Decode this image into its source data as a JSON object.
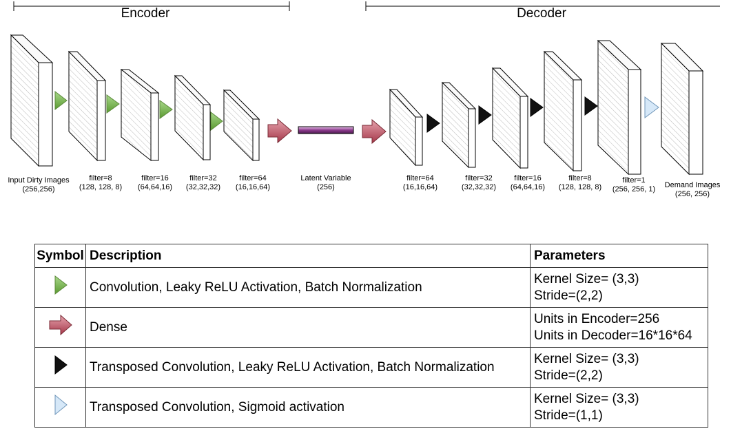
{
  "encoder_title": "Encoder",
  "decoder_title": "Decoder",
  "layers": [
    {
      "l1": "Input Dirty Images",
      "l2": "(256,256)"
    },
    {
      "l1": "filter=8",
      "l2": "(128, 128, 8)"
    },
    {
      "l1": "filter=16",
      "l2": "(64,64,16)"
    },
    {
      "l1": "filter=32",
      "l2": "(32,32,32)"
    },
    {
      "l1": "filter=64",
      "l2": "(16,16,64)"
    },
    {
      "l1": "Latent Variable",
      "l2": "(256)"
    },
    {
      "l1": "filter=64",
      "l2": "(16,16,64)"
    },
    {
      "l1": "filter=32",
      "l2": "(32,32,32)"
    },
    {
      "l1": "filter=16",
      "l2": "(64,64,16)"
    },
    {
      "l1": "filter=8",
      "l2": "(128, 128, 8)"
    },
    {
      "l1": "filter=1",
      "l2": "(256, 256, 1)"
    },
    {
      "l1": "Demand Images",
      "l2": "(256, 256)"
    }
  ],
  "legend": {
    "headers": {
      "symbol": "Symbol",
      "description": "Description",
      "parameters": "Parameters"
    },
    "rows": [
      {
        "symbol": "green-triangle-icon",
        "description": "Convolution, Leaky ReLU Activation, Batch Normalization",
        "p1": "Kernel Size= (3,3)",
        "p2": "Stride=(2,2)"
      },
      {
        "symbol": "red-arrow-icon",
        "description": "Dense",
        "p1": "Units in Encoder=256",
        "p2": "Units in Decoder=16*16*64"
      },
      {
        "symbol": "black-triangle-icon",
        "description": "Transposed Convolution, Leaky ReLU Activation, Batch Normalization",
        "p1": "Kernel Size= (3,3)",
        "p2": "Stride=(2,2)"
      },
      {
        "symbol": "blue-triangle-icon",
        "description": "Transposed Convolution, Sigmoid activation",
        "p1": "Kernel Size= (3,3)",
        "p2": "Stride=(1,1)"
      }
    ]
  },
  "colors": {
    "green": "#7cb342",
    "red": "#b8475a",
    "black": "#111111",
    "blue": "#d6e8f8",
    "latent": "#8e3b8f"
  }
}
